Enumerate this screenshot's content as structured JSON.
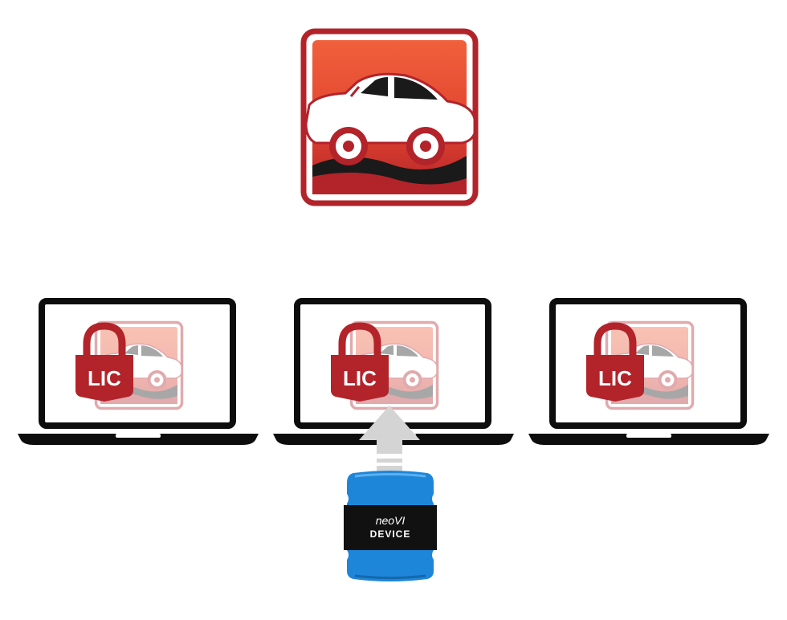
{
  "diagram": {
    "app_icon": {
      "icon": "car-app-icon"
    },
    "laptops": [
      {
        "icon": "laptop-icon",
        "badge": "LIC",
        "badge_icon": "padlock-icon",
        "screen_icon": "car-app-icon"
      },
      {
        "icon": "laptop-icon",
        "badge": "LIC",
        "badge_icon": "padlock-icon",
        "screen_icon": "car-app-icon"
      },
      {
        "icon": "laptop-icon",
        "badge": "LIC",
        "badge_icon": "padlock-icon",
        "screen_icon": "car-app-icon"
      }
    ],
    "connector": {
      "icon": "arrow-up-icon"
    },
    "device": {
      "brand": "neoVI",
      "label": "DEVICE",
      "icon": "neovi-device-icon"
    }
  },
  "colors": {
    "icon_red": "#b3232a",
    "icon_orange": "#ef5b3b",
    "laptop_black": "#0d0d0d",
    "arrow_gray": "#d0d0d0",
    "device_blue": "#1e86d8",
    "device_black": "#111111"
  }
}
